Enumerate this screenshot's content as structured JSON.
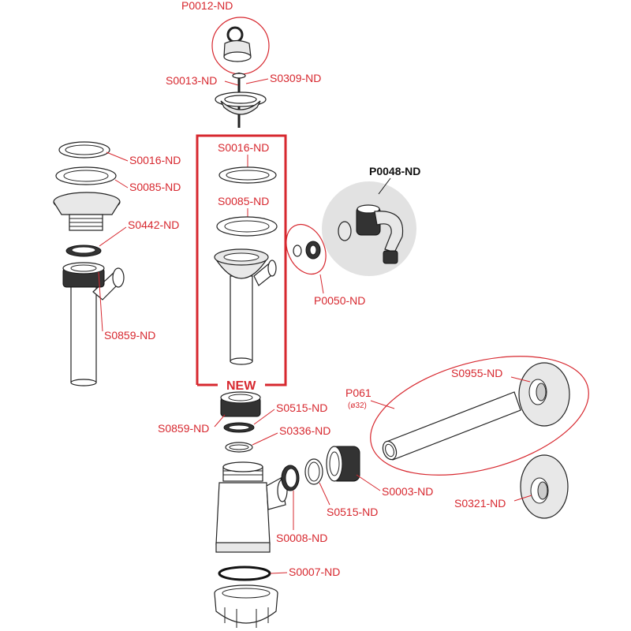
{
  "labels": {
    "p0012": "P0012-ND",
    "s0013": "S0013-ND",
    "s0309": "S0309-ND",
    "s0016_left": "S0016-ND",
    "s0085_left": "S0085-ND",
    "s0442": "S0442-ND",
    "s0859_left": "S0859-ND",
    "s0016_new": "S0016-ND",
    "s0085_new": "S0085-ND",
    "new_badge": "NEW",
    "p0048": "P0048-ND",
    "p0050": "P0050-ND",
    "p061": "P061",
    "p061_diameter": "(ø32)",
    "s0955": "S0955-ND",
    "s0859_bottom": "S0859-ND",
    "s0515_top": "S0515-ND",
    "s0336": "S0336-ND",
    "s0003": "S0003-ND",
    "s0515_bottom": "S0515-ND",
    "s0008": "S0008-ND",
    "s0321": "S0321-ND",
    "s0007": "S0007-ND"
  },
  "colors": {
    "label_red": "#d7282f",
    "highlight_grey": "#e2e2e2"
  }
}
